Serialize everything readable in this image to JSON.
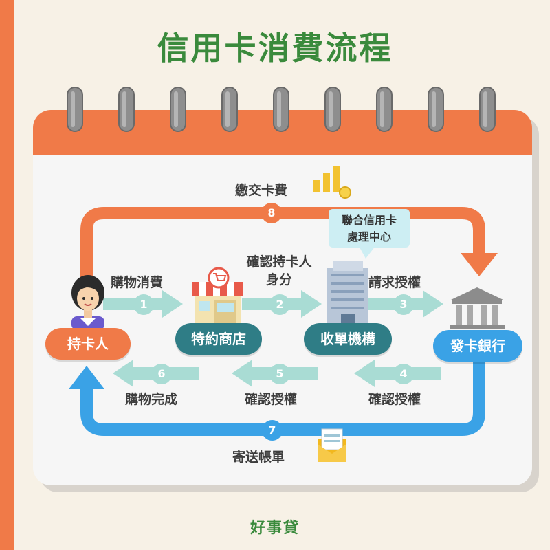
{
  "title": "信用卡消費流程",
  "footer": "好事貸",
  "nodes": {
    "cardholder": "持卡人",
    "merchant": "特約商店",
    "acquirer": "收單機構",
    "issuer": "發卡銀行",
    "processing_center": [
      "聯合信用卡",
      "處理中心"
    ]
  },
  "steps": [
    {
      "num": "1",
      "label": "購物消費"
    },
    {
      "num": "2",
      "label": "確認持卡人",
      "label2": "身分"
    },
    {
      "num": "3",
      "label": "請求授權"
    },
    {
      "num": "4",
      "label": "確認授權"
    },
    {
      "num": "5",
      "label": "確認授權"
    },
    {
      "num": "6",
      "label": "購物完成"
    },
    {
      "num": "7",
      "label": "寄送帳單"
    },
    {
      "num": "8",
      "label": "繳交卡費"
    }
  ],
  "colors": {
    "orange": "#f07a48",
    "blue": "#3aa2e6",
    "teal": "#2f7d86",
    "mint": "#a9dcd4",
    "green": "#3a8a3c"
  },
  "icons": [
    "woman-avatar-icon",
    "shop-icon",
    "shopping-cart-icon",
    "office-tower-icon",
    "bank-building-icon",
    "coin-stack-icon",
    "envelope-bill-icon"
  ]
}
